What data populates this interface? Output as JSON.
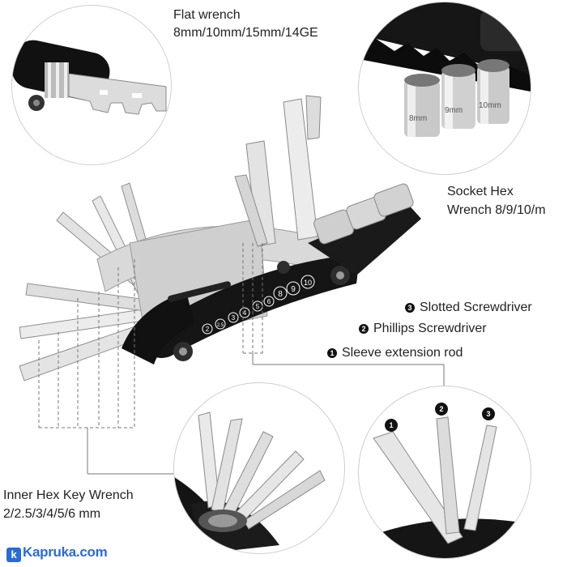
{
  "labels": {
    "flat_wrench_title": "Flat wrench",
    "flat_wrench_sizes": "8mm/10mm/15mm/14GE",
    "socket_hex_line1": "Socket Hex",
    "socket_hex_line2": "Wrench 8/9/10/m",
    "slotted_screwdriver": "Slotted Screwdriver",
    "phillips_screwdriver": "Phillips Screwdriver",
    "sleeve_extension_rod": "Sleeve extension rod",
    "inner_hex_line1": "Inner Hex Key Wrench",
    "inner_hex_line2": "2/2.5/3/4/5/6 mm"
  },
  "badges": {
    "one": "1",
    "two": "2",
    "three": "3"
  },
  "tool_body_numbers": [
    "2",
    "2.5",
    "3",
    "4",
    "5",
    "6",
    "8",
    "9",
    "10"
  ],
  "socket_sizes": [
    "8mm",
    "9mm",
    "10mm"
  ],
  "watermark": "Kapruka.com",
  "colors": {
    "tool_body": "#151515",
    "steel_light": "#e6e6e6",
    "steel_dark": "#9a9a9a",
    "leader_line": "#777777",
    "watermark": "#2a6bd6"
  }
}
